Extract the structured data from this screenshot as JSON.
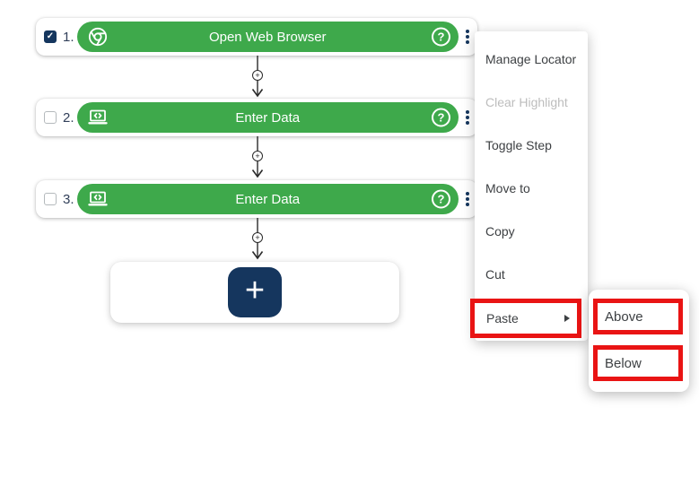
{
  "icons": {
    "check": "✓",
    "help": "?",
    "plus": "+"
  },
  "colors": {
    "green": "#3EA94B",
    "navy": "#15365E",
    "red": "#E91414",
    "menu_text": "#3D4043",
    "menu_disabled": "#BDBDBD",
    "connector": "#2A2A2A",
    "step_number": "#32405A"
  },
  "steps": [
    {
      "number": "1.",
      "label": "Open Web Browser",
      "checked": true,
      "icon": "chrome-browser"
    },
    {
      "number": "2.",
      "label": "Enter Data",
      "checked": false,
      "icon": "laptop-code"
    },
    {
      "number": "3.",
      "label": "Enter Data",
      "checked": false,
      "icon": "laptop-code"
    }
  ],
  "add_step": {
    "icon": "plus"
  },
  "context_menu": {
    "items": [
      {
        "label": "Manage Locator",
        "disabled": false
      },
      {
        "label": "Clear Highlight",
        "disabled": true
      },
      {
        "label": "Toggle Step",
        "disabled": false
      },
      {
        "label": "Move to",
        "disabled": false
      },
      {
        "label": "Copy",
        "disabled": false
      },
      {
        "label": "Cut",
        "disabled": false
      },
      {
        "label": "Paste",
        "disabled": false,
        "highlighted": true,
        "has_submenu": true
      }
    ]
  },
  "paste_submenu": {
    "items": [
      {
        "label": "Above",
        "highlighted": true
      },
      {
        "label": "Below",
        "highlighted": true
      }
    ]
  }
}
